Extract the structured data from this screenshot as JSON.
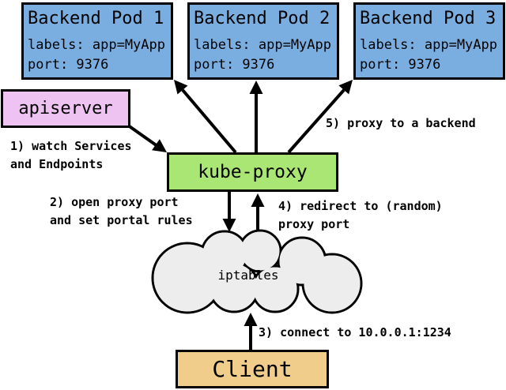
{
  "colors": {
    "background": "#ffffff",
    "pod-fill": "#7aaee0",
    "apiserver-fill": "#efc3f1",
    "kube-proxy-fill": "#a9e673",
    "client-fill": "#f0cd8b",
    "cloud-fill": "#ededed",
    "line": "#000000"
  },
  "pods": [
    {
      "title": "Backend Pod 1",
      "labels": "labels: app=MyApp",
      "port": "port: 9376"
    },
    {
      "title": "Backend Pod 2",
      "labels": "labels: app=MyApp",
      "port": "port: 9376"
    },
    {
      "title": "Backend Pod 3",
      "labels": "labels: app=MyApp",
      "port": "port: 9376"
    }
  ],
  "nodes": {
    "apiserver": "apiserver",
    "kube_proxy": "kube-proxy",
    "iptables": "iptables",
    "client": "Client"
  },
  "steps": [
    {
      "line1": "1) watch Services",
      "line2": "and Endpoints"
    },
    {
      "line1": "2) open proxy port",
      "line2": "and set portal rules"
    },
    {
      "line1": "3) connect to 10.0.0.1:1234"
    },
    {
      "line1": "4) redirect to (random)",
      "line2": "proxy port"
    },
    {
      "line1": "5) proxy to a backend"
    }
  ]
}
